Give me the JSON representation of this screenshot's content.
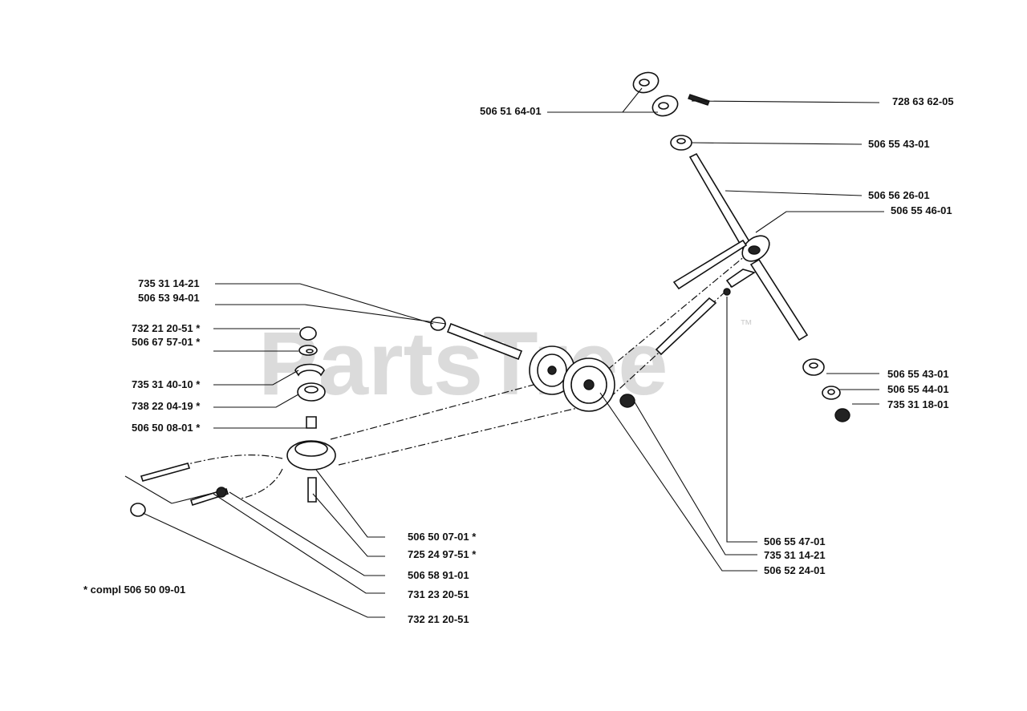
{
  "watermark": {
    "text": "PartsTree",
    "trademark": "™"
  },
  "footnote": "* compl 506 50 09-01",
  "labels": {
    "p_728_63_62_05": "728 63 62-05",
    "p_506_51_64_01": "506 51 64-01",
    "p_506_55_43_01_top": "506 55 43-01",
    "p_506_56_26_01": "506 56 26-01",
    "p_506_55_46_01": "506 55 46-01",
    "p_735_31_14_21_left": "735 31 14-21",
    "p_506_53_94_01": "506 53 94-01",
    "p_732_21_20_51_star": "732 21 20-51  *",
    "p_506_67_57_01": "506 67 57-01  *",
    "p_735_31_40_10": "735 31 40-10  *",
    "p_738_22_04_19": "738 22 04-19  *",
    "p_506_50_08_01": "506 50 08-01  *",
    "p_506_55_43_01_right": "506 55 43-01",
    "p_506_55_44_01": "506 55 44-01",
    "p_735_31_18_01": "735 31 18-01",
    "p_506_50_07_01": "506 50 07-01  *",
    "p_725_24_97_51": "725 24 97-51  *",
    "p_506_58_91_01": "506 58 91-01",
    "p_731_23_20_51": "731 23 20-51",
    "p_732_21_20_51_bottom": "732 21 20-51",
    "p_506_55_47_01": "506 55 47-01",
    "p_735_31_14_21_right": "735 31 14-21",
    "p_506_52_24_01": "506 52 24-01"
  }
}
